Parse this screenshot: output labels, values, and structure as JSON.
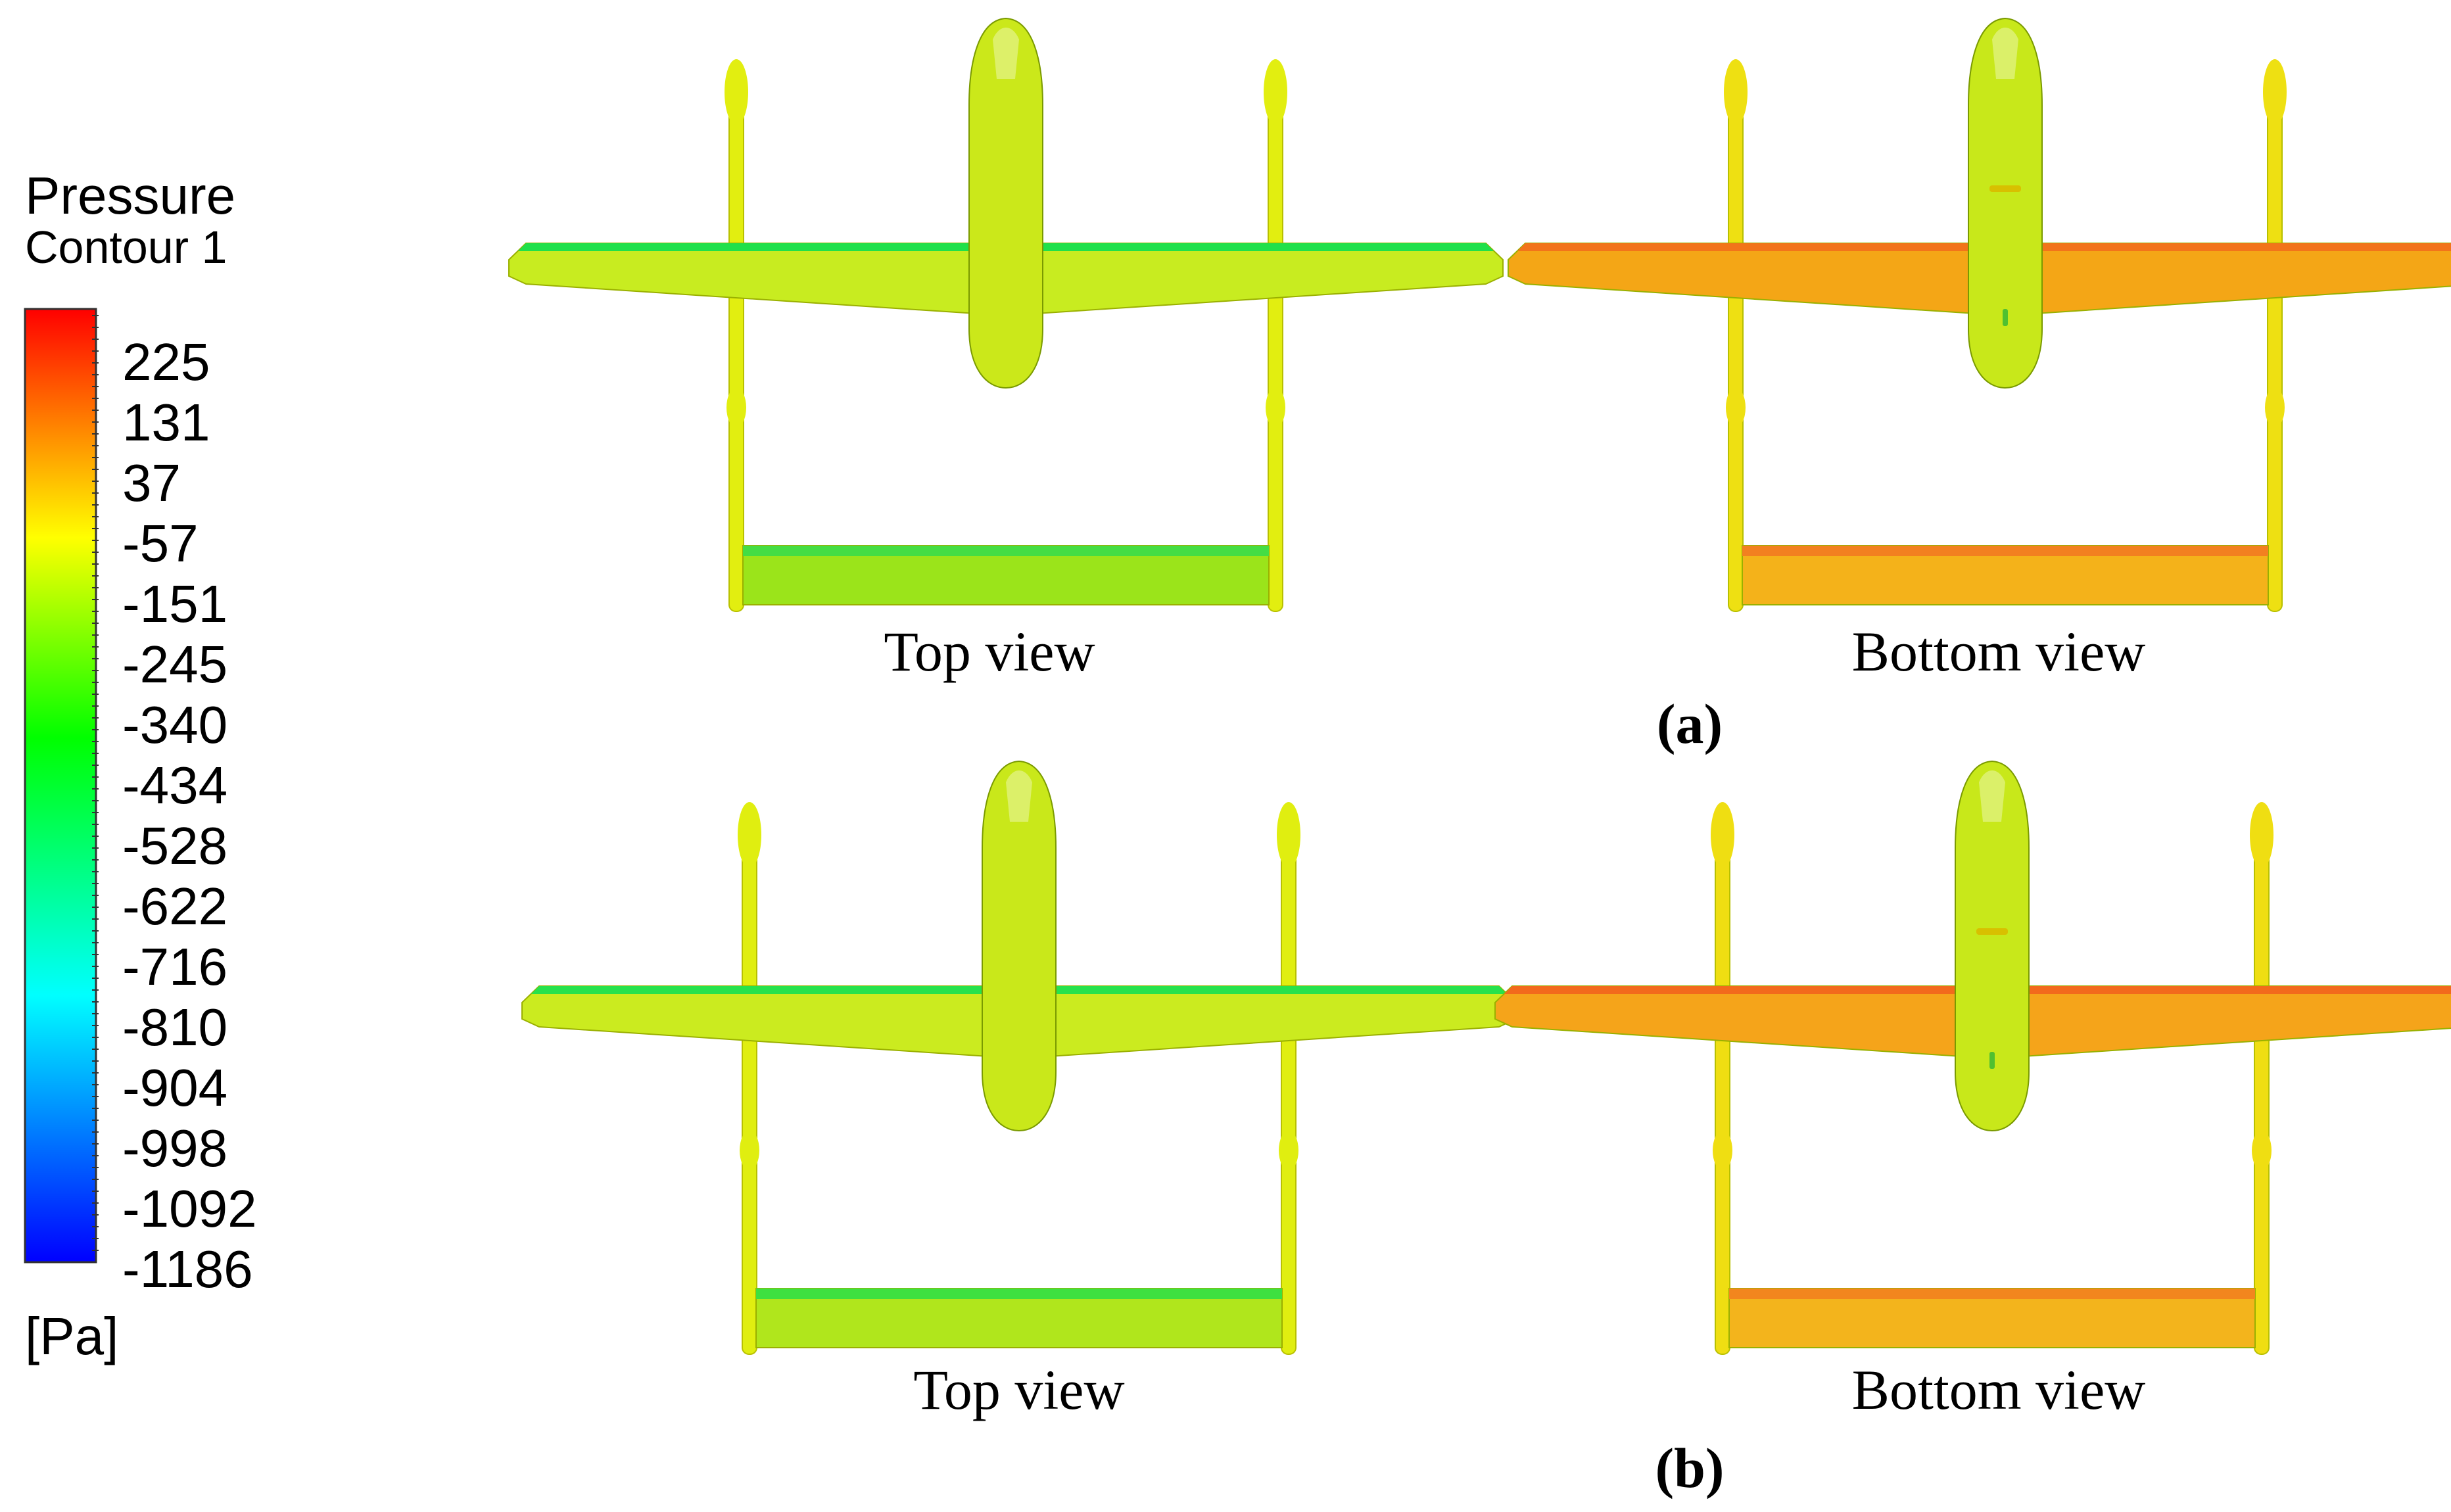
{
  "legend": {
    "title": "Pressure",
    "subtitle": "Contour 1",
    "unit": "[Pa]",
    "ticks": [
      "225",
      "131",
      "37",
      "-57",
      "-151",
      "-245",
      "-340",
      "-434",
      "-528",
      "-622",
      "-716",
      "-810",
      "-904",
      "-998",
      "-1092",
      "-1186"
    ],
    "colors_top_to_bottom": [
      "#ff0000",
      "#ff8000",
      "#ffff00",
      "#00ff00",
      "#00ffff",
      "#0000ff"
    ]
  },
  "panels": [
    {
      "label": "(a)",
      "views": [
        {
          "caption": "Top view",
          "colors": {
            "wing": "#c8ec20",
            "wing_lead": "#20e04a",
            "fuselage": "#cbe81a",
            "boom": "#e2ee10",
            "tail": "#9be41a",
            "tail_lead": "#44dd44"
          }
        },
        {
          "caption": "Bottom view",
          "colors": {
            "wing": "#f4a616",
            "wing_lead": "#f2741a",
            "fuselage": "#c8e81a",
            "boom": "#eee012",
            "tail": "#f4b21a",
            "tail_lead": "#f28020"
          }
        }
      ]
    },
    {
      "label": "(b)",
      "views": [
        {
          "caption": "Top view",
          "colors": {
            "wing": "#cbeb1f",
            "wing_lead": "#26e24c",
            "fuselage": "#c9e81a",
            "boom": "#e0ee10",
            "tail": "#b0e61c",
            "tail_lead": "#3ee040"
          }
        },
        {
          "caption": "Bottom view",
          "colors": {
            "wing": "#f5a41a",
            "wing_lead": "#f26a1c",
            "fuselage": "#c8e81a",
            "boom": "#efde12",
            "tail": "#f3b41c",
            "tail_lead": "#f2861e"
          }
        }
      ]
    }
  ]
}
